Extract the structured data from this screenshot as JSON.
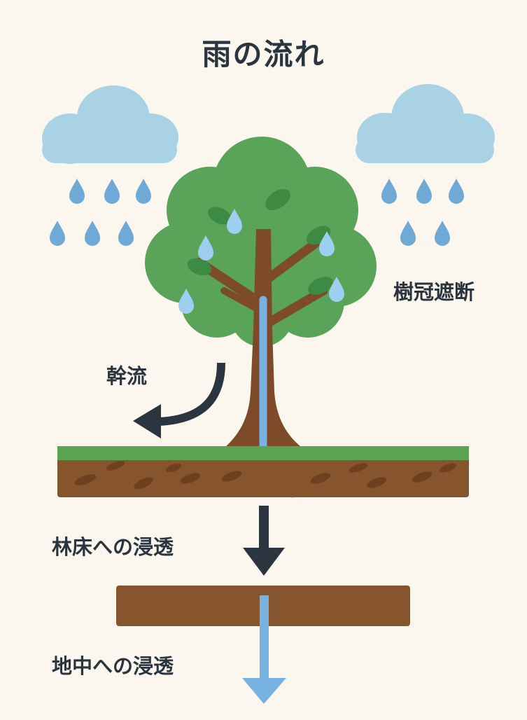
{
  "title": "雨の流れ",
  "labels": {
    "canopy_interception": "樹冠遮断",
    "stemflow": "幹流",
    "infiltration_forest_floor": "林床への浸透",
    "infiltration_underground": "地中への浸透"
  },
  "colors": {
    "background": "#fbf6ee",
    "text": "#2b3540",
    "cloud": "#a9d3e4",
    "raindrop": "#6fa9d6",
    "foliage": "#5aa45a",
    "leaf_dark": "#3d8a45",
    "trunk": "#7d4a2a",
    "grass": "#5aa452",
    "soil": "#86552d",
    "soil_spot": "#6e4020",
    "water": "#78b2e0",
    "arrow": "#2b3540"
  }
}
